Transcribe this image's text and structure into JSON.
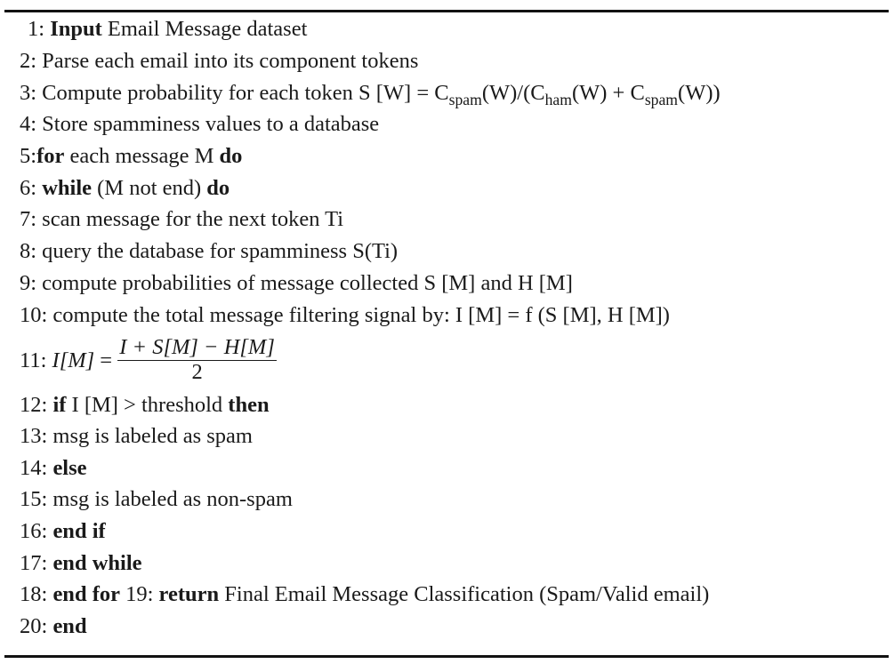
{
  "lines": {
    "l1": {
      "num": "1:",
      "kw": "Input",
      "text": "Email Message dataset"
    },
    "l2": {
      "text": "2: Parse each email into its component tokens"
    },
    "l3": {
      "pre": "3: Compute probability for each token S [W] = C",
      "s1": "spam",
      "m1": "(W)/(C",
      "s2": "ham",
      "m2": "(W) + C",
      "s3": "spam",
      "post": "(W))"
    },
    "l4": {
      "text": "4: Store spamminess values to a database"
    },
    "l5": {
      "num": "5:",
      "kw1": "for",
      "text": "each message M",
      "kw2": "do"
    },
    "l6": {
      "num": "6:",
      "kw1": "while",
      "text": "(M not end)",
      "kw2": "do"
    },
    "l7": {
      "text": "7: scan message for the next token Ti"
    },
    "l8": {
      "text": "8: query the database for spamminess S(Ti)"
    },
    "l9": {
      "text": "9: compute probabilities of message collected S [M] and H [M]"
    },
    "l10": {
      "text": "10: compute the total message filtering signal by: I [M] = f (S [M], H [M])"
    },
    "l11": {
      "num": "11:",
      "lhs": "I[M]",
      "eq": "=",
      "numerator": "I + S[M] − H[M]",
      "denominator": "2"
    },
    "l12": {
      "num": "12:",
      "kw1": "if",
      "text": "I [M] > threshold",
      "kw2": "then"
    },
    "l13": {
      "text": "13: msg is labeled as spam"
    },
    "l14": {
      "num": "14:",
      "kw": "else"
    },
    "l15": {
      "text": "15: msg is labeled as non-spam"
    },
    "l16": {
      "num": "16:",
      "kw": "end if"
    },
    "l17": {
      "num": "17:",
      "kw": "end while"
    },
    "l18": {
      "num": "18:",
      "kw1": "end for",
      "num2": "19:",
      "kw2": "return",
      "text": "Final Email Message Classification (Spam/Valid email)"
    },
    "l20": {
      "num": "20:",
      "kw": "end"
    }
  }
}
